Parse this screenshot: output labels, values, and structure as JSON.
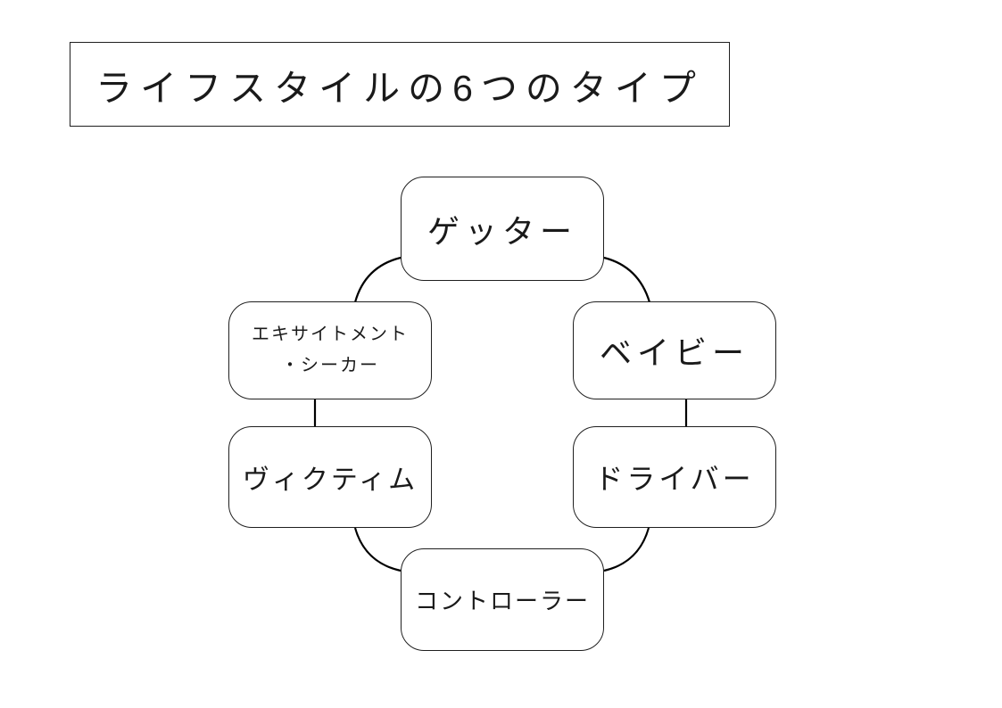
{
  "colors": {
    "background": "#ffffff",
    "stroke": "#000000",
    "border": "#1f1f1f",
    "text": "#1a1a1a"
  },
  "title": {
    "text": "ライフスタイルの6つのタイプ"
  },
  "diagram": {
    "type": "cycle",
    "nodes": [
      {
        "id": "getter",
        "label": "ゲッター",
        "position": "top"
      },
      {
        "id": "baby",
        "label": "ベイビー",
        "position": "upper-right"
      },
      {
        "id": "driver",
        "label": "ドライバー",
        "position": "lower-right"
      },
      {
        "id": "controller",
        "label": "コントローラー",
        "position": "bottom"
      },
      {
        "id": "victim",
        "label": "ヴィクティム",
        "position": "lower-left"
      },
      {
        "id": "excitement-seeker",
        "label": "エキサイトメント・シーカー",
        "lines": [
          "エキサイトメント",
          "・シーカー"
        ],
        "position": "upper-left"
      }
    ],
    "connections": [
      [
        "getter",
        "baby"
      ],
      [
        "baby",
        "driver"
      ],
      [
        "driver",
        "controller"
      ],
      [
        "controller",
        "victim"
      ],
      [
        "victim",
        "excitement-seeker"
      ],
      [
        "excitement-seeker",
        "getter"
      ]
    ]
  }
}
